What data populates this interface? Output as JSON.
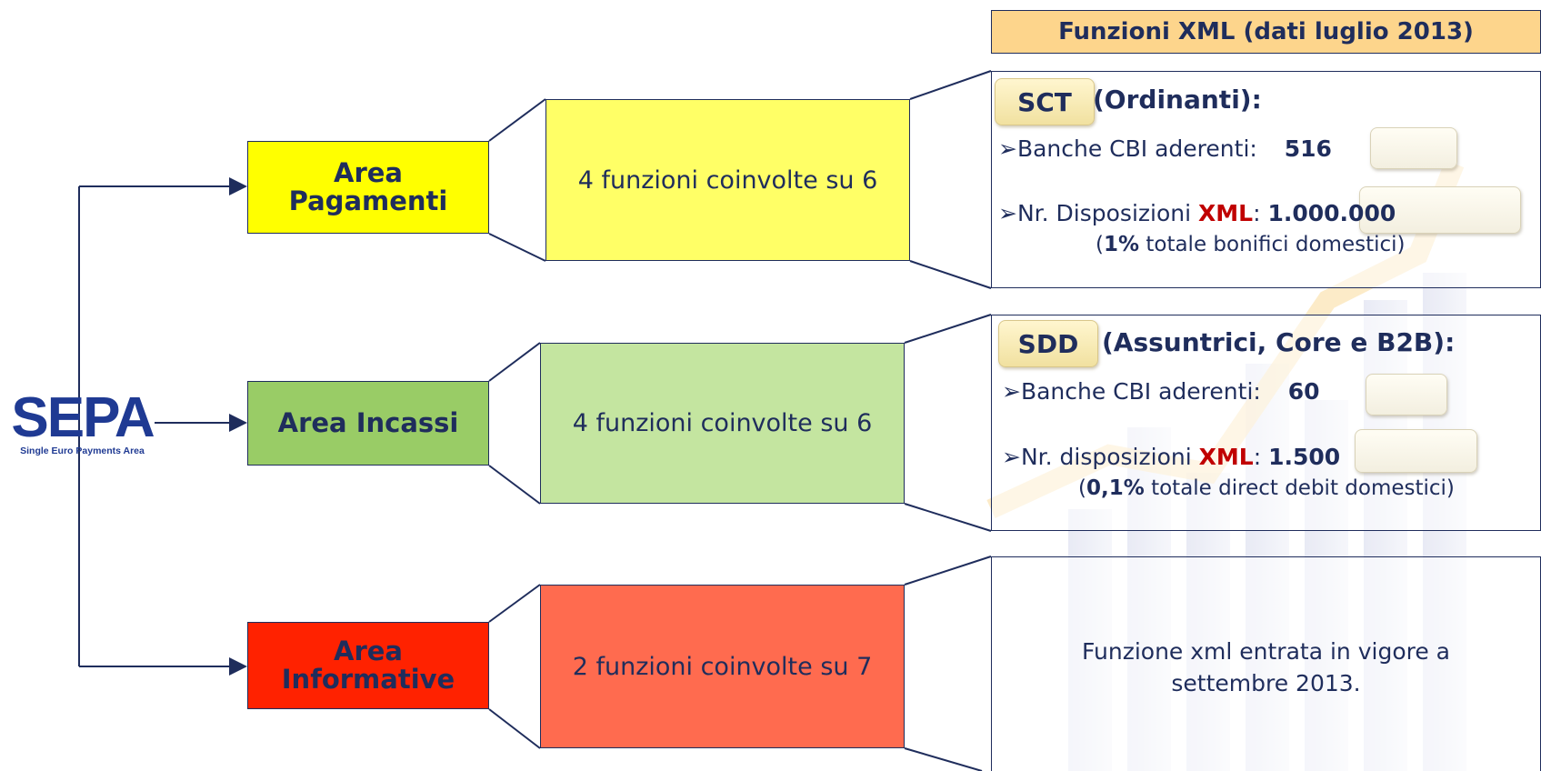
{
  "logo": {
    "text": "SEPA",
    "subtitle": "Single Euro Payments Area"
  },
  "areas": [
    {
      "label_1": "Area",
      "label_2": "Pagamenti",
      "color": "#ffff00",
      "mid_text": "4 funzioni coinvolte su 6",
      "mid_color": "#ffff66"
    },
    {
      "label": "Area Incassi",
      "color": "#99cc66",
      "mid_text": "4 funzioni coinvolte su 6",
      "mid_color": "#c4e5a0"
    },
    {
      "label_1": "Area",
      "label_2": "Informative",
      "color": "#ff2200",
      "mid_text": "2 funzioni coinvolte su 7",
      "mid_color": "#ff6b4f"
    }
  ],
  "header": "Funzioni XML (dati luglio 2013)",
  "sct": {
    "tag": "SCT",
    "title": "(Ordinanti):",
    "bullet": "➢",
    "banks_label": "Banche CBI aderenti:",
    "banks_value": "516",
    "disp_label": "Nr. Disposizioni ",
    "xml": "XML",
    "colon": ": ",
    "disp_value": "1.000.000",
    "note_open": "(",
    "note_pct": "1%",
    "note_rest": " totale bonifici domestici)"
  },
  "sdd": {
    "tag": "SDD",
    "title": "(Assuntrici, Core e B2B):",
    "bullet": "➢",
    "banks_label": "Banche CBI aderenti:",
    "banks_value": "60",
    "disp_label": "Nr. disposizioni ",
    "xml": "XML",
    "colon": ": ",
    "disp_value": "1.500",
    "note_open": "(",
    "note_pct": "0,1%",
    "note_rest": " totale direct debit domestici)"
  },
  "info": {
    "line_1": "Funzione xml entrata in vigore a",
    "line_2": "settembre 2013."
  },
  "colors": {
    "navy": "#1f2d5c",
    "header_fill": "#fdd58c",
    "xml_red": "#c00000"
  }
}
